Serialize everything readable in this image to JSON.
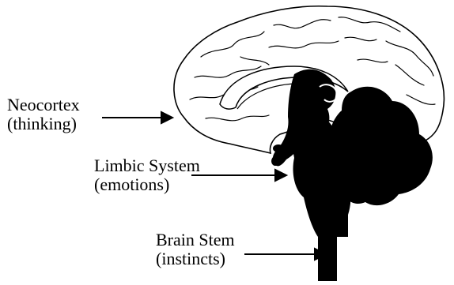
{
  "labels": {
    "neocortex": {
      "title": "Neocortex",
      "desc": "(thinking)"
    },
    "limbic": {
      "title": "Limbic System",
      "desc": "(emotions)"
    },
    "stem": {
      "title": "Brain Stem",
      "desc": "(instincts)"
    }
  },
  "colors": {
    "ink": "#000000",
    "background": "#ffffff"
  }
}
